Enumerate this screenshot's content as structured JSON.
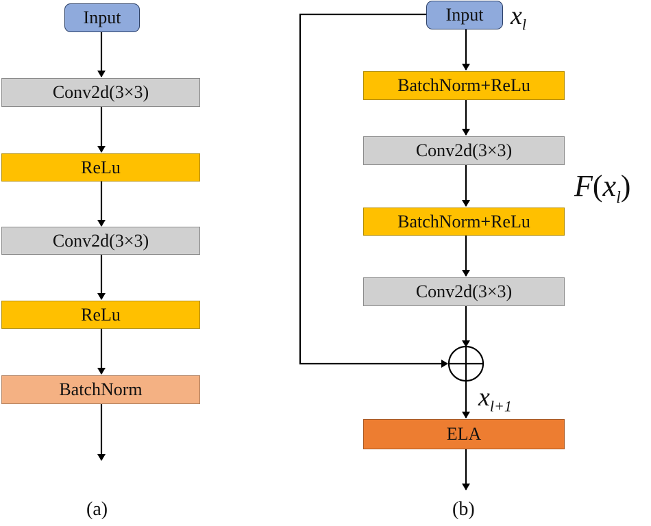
{
  "panel_a": {
    "input": "Input",
    "conv1": "Conv2d(3×3)",
    "relu1": "ReLu",
    "conv2": "Conv2d(3×3)",
    "relu2": "ReLu",
    "batchnorm": "BatchNorm",
    "caption": "(a)"
  },
  "panel_b": {
    "input": "Input",
    "bn_relu1": "BatchNorm+ReLu",
    "conv1": "Conv2d(3×3)",
    "bn_relu2": "BatchNorm+ReLu",
    "conv2": "Conv2d(3×3)",
    "ela": "ELA",
    "caption": "(b)",
    "label_xl": {
      "base": "x",
      "sub": "l"
    },
    "label_fxl": {
      "func": "F",
      "open": "(",
      "base": "x",
      "sub": "l",
      "close": ")"
    },
    "label_xl1": {
      "base": "x",
      "sub": "l+1"
    }
  },
  "colors": {
    "input": "#8faadc",
    "conv": "#d0d0d0",
    "relu": "#ffc000",
    "batchnorm": "#f4b183",
    "ela": "#ed7d31"
  }
}
